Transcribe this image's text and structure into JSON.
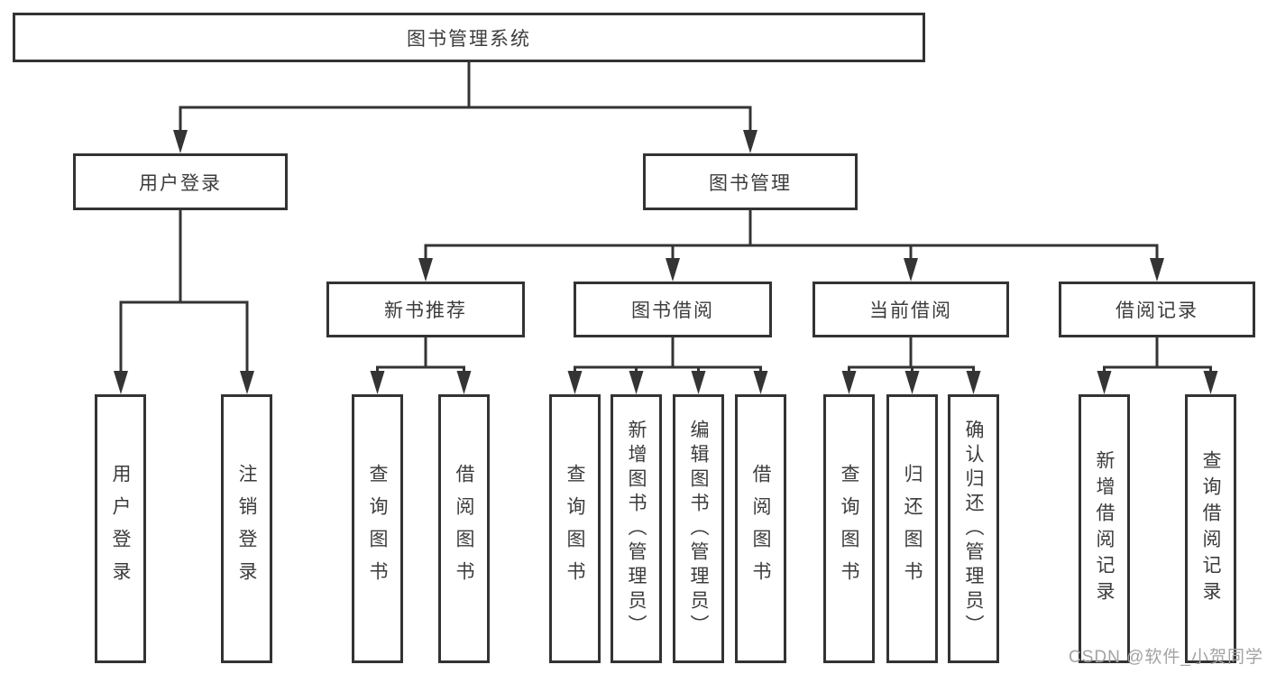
{
  "diagram": {
    "root": {
      "label": "图书管理系统"
    },
    "branches": [
      {
        "label": "用户登录",
        "children": [
          {
            "label": "用户登录"
          },
          {
            "label": "注销登录"
          }
        ]
      },
      {
        "label": "图书管理",
        "children": [
          {
            "label": "新书推荐",
            "children": [
              {
                "label": "查询图书"
              },
              {
                "label": "借阅图书"
              }
            ]
          },
          {
            "label": "图书借阅",
            "children": [
              {
                "label": "查询图书"
              },
              {
                "label": "新增图书（管理员）"
              },
              {
                "label": "编辑图书（管理员）"
              },
              {
                "label": "借阅图书"
              }
            ]
          },
          {
            "label": "当前借阅",
            "children": [
              {
                "label": "查询图书"
              },
              {
                "label": "归还图书"
              },
              {
                "label": "确认归还（管理员）"
              }
            ]
          },
          {
            "label": "借阅记录",
            "children": [
              {
                "label": "新增借阅记录"
              },
              {
                "label": "查询借阅记录"
              }
            ]
          }
        ]
      }
    ]
  },
  "watermark": {
    "text": "CSDN @软件_小贺同学"
  },
  "colors": {
    "line": "#343434",
    "box_border": "#333333",
    "text": "#3c3c3c",
    "watermark": "#a3a3a3",
    "background": "#ffffff"
  }
}
